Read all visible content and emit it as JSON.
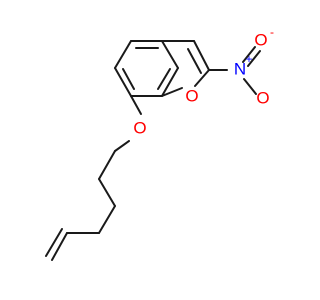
{
  "structure": {
    "atoms": {
      "furan_oxygen": "O",
      "ether_oxygen": "O",
      "nitro_nitrogen": "N",
      "nitro_charge_plus": "+",
      "nitro_oxygen": "O",
      "nitro_charge_minus": "-"
    },
    "colors": {
      "bond": "#1a1a1a",
      "oxygen": "#ff0000",
      "nitrogen": "#0000ff"
    }
  }
}
